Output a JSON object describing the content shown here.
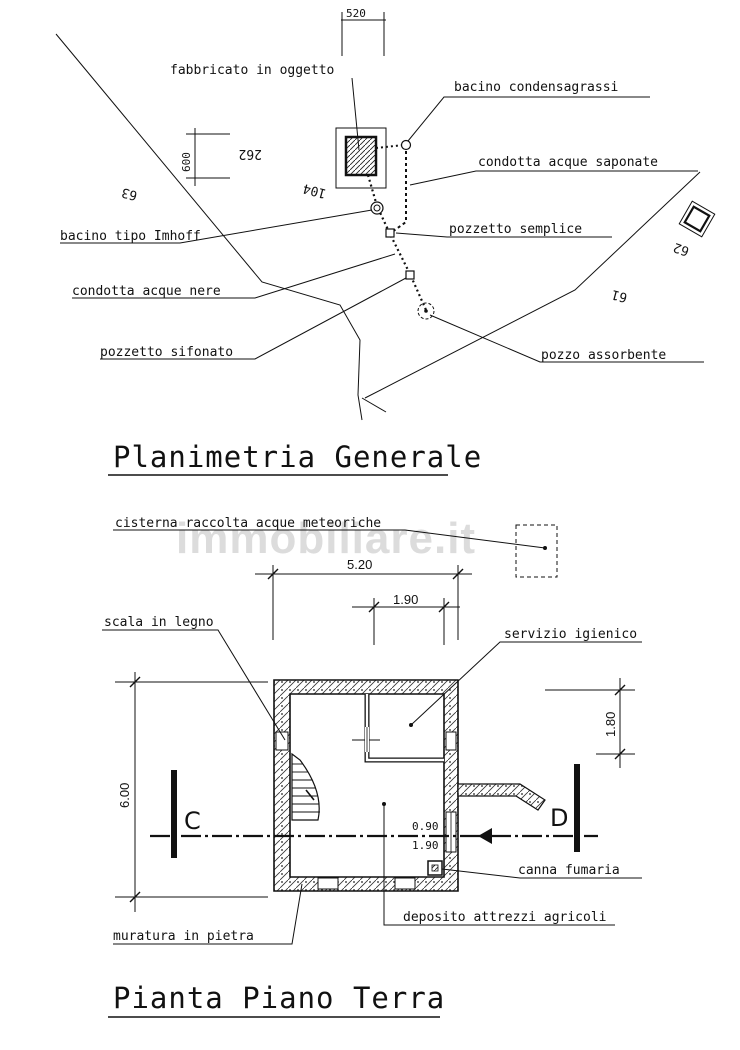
{
  "site_plan": {
    "title": "Planimetria Generale",
    "dimension_top": "520",
    "dimension_left": "600",
    "building_height": "262",
    "building_ref": "104",
    "contour_63": "63",
    "contour_62": "62",
    "contour_61": "61",
    "labels": {
      "fabbricato": "fabbricato in oggetto",
      "condensagrassi": "bacino condensagrassi",
      "saponate": "condotta acque saponate",
      "pozzetto_semplice": "pozzetto semplice",
      "imhoff": "bacino tipo Imhoff",
      "acque_nere": "condotta acque nere",
      "sifonato": "pozzetto sifonato",
      "pozzo_assorbente": "pozzo assorbente"
    }
  },
  "floor_plan": {
    "title": "Pianta Piano Terra",
    "watermark": "immobiliare.it",
    "dimensions": {
      "overall_width": "5.20",
      "bath_width": "1.90",
      "overall_depth": "6.00",
      "bath_depth": "1.80",
      "door_upper": "0.90",
      "door_lower": "1.90"
    },
    "section_left": "C",
    "section_right": "D",
    "labels": {
      "cisterna": "cisterna raccolta acque meteoriche",
      "scala": "scala in legno",
      "servizio": "servizio igienico",
      "canna": "canna fumaria",
      "deposito": "deposito attrezzi agricoli",
      "muratura": "muratura in pietra"
    }
  }
}
